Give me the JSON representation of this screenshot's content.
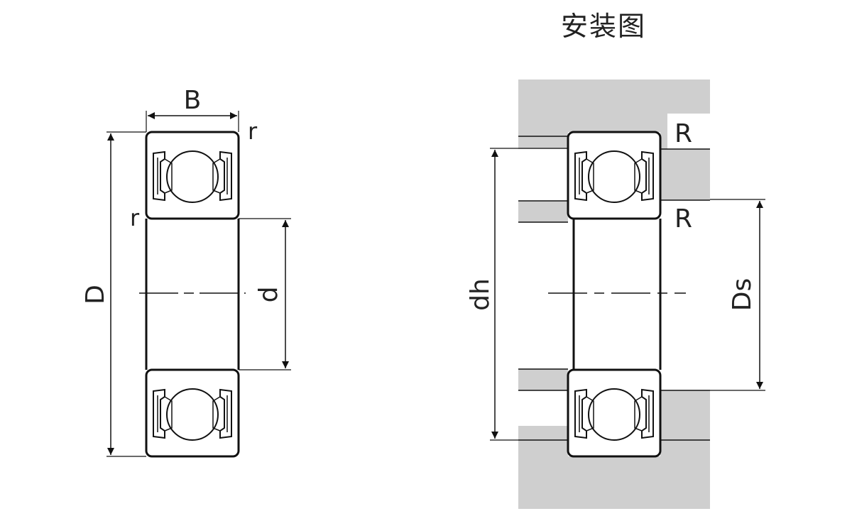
{
  "title": "安装图",
  "left_figure": {
    "labels": {
      "width": "B",
      "outer_diameter": "D",
      "bore": "d",
      "fillet_top": "r",
      "fillet_left": "r"
    }
  },
  "right_figure": {
    "labels": {
      "radius_top": "R",
      "radius_mid": "R",
      "housing_dia": "dh",
      "shaft_dia": "Ds"
    }
  },
  "colors": {
    "line": "#111111",
    "housing": "#cfcfcf",
    "background": "#ffffff"
  }
}
